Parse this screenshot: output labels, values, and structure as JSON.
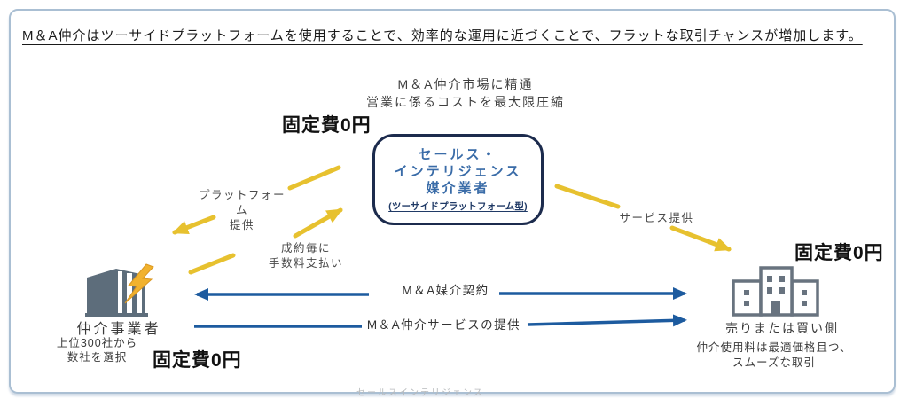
{
  "title": "M＆A仲介はツーサイドプラットフォームを使用することで、効率的な運用に近づくことで、フラットな取引チャンスが増加します。",
  "platform_note": {
    "line1": "M＆A仲介市場に精通",
    "line2": "営業に係るコストを最大限圧縮"
  },
  "fixed_cost": {
    "platform": "固定費0円",
    "left": "固定費0円",
    "right": "固定費0円"
  },
  "center_box": {
    "line1": "セールス・",
    "line2": "インテリジェンス",
    "line3": "媒介業者",
    "subtitle": "(ツーサイドプラットフォーム型)"
  },
  "arrow_labels": {
    "platform_provide_line1": "プラットフォーム",
    "platform_provide_line2": "提供",
    "fee_line1": "成約毎に",
    "fee_line2": "手数料支払い",
    "service_provide": "サービス提供",
    "mediation_contract": "M＆A媒介契約",
    "intermediary_service": "M＆A仲介サービスの提供"
  },
  "left_entity": {
    "name": "仲介事業者",
    "note_line1": "上位300社から",
    "note_line2": "数社を選択"
  },
  "right_entity": {
    "name": "売りまたは買い側",
    "note_line1": "仲介使用料は最適価格且つ、",
    "note_line2": "スムーズな取引"
  },
  "watermark": "セールスインテリジェンス",
  "colors": {
    "accent_yellow": "#e7c12f",
    "accent_blue": "#1d5b9f",
    "box_border": "#1c2b4d",
    "box_text": "#3a6ca8",
    "box_subtext": "#203a66",
    "frame_border": "#aabfd3",
    "building_gray": "#5d6d7b",
    "building_outline": "#68737f",
    "bolt_yellow": "#f1b22e",
    "text_dark": "#1a1a1a",
    "text_gray": "#4a4a4a",
    "watermark_gray": "#b7babc"
  }
}
